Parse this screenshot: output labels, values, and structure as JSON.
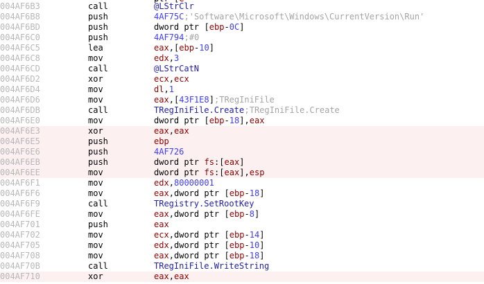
{
  "colors": {
    "background": "#ffffff",
    "highlight_row": "#fdf0f0",
    "address": "#b7b7b7",
    "mnemonic": "#000000",
    "register": "#8b0000",
    "number": "#3d3df5",
    "symbol": "#2020a0",
    "comment": "#a4a4a4"
  },
  "partial_top_row": [
    {
      "t": "ptr ",
      "c": "kw"
    },
    {
      "t": "[",
      "c": "p"
    },
    {
      "t": "e",
      "c": "reg"
    }
  ],
  "rows": [
    {
      "addr": "004AF6B3",
      "mnem": "call",
      "hl": false,
      "ops": [
        {
          "t": "@LStrClr",
          "c": "sym"
        }
      ]
    },
    {
      "addr": "004AF6B8",
      "mnem": "push",
      "hl": false,
      "ops": [
        {
          "t": "4AF75C",
          "c": "num"
        },
        {
          "t": ";'Software\\Microsoft\\Windows\\CurrentVersion\\Run'",
          "c": "cmt"
        }
      ]
    },
    {
      "addr": "004AF6BD",
      "mnem": "push",
      "hl": false,
      "ops": [
        {
          "t": "dword ptr ",
          "c": "kw"
        },
        {
          "t": "[",
          "c": "p"
        },
        {
          "t": "ebp",
          "c": "reg"
        },
        {
          "t": "-",
          "c": "p"
        },
        {
          "t": "0C",
          "c": "num"
        },
        {
          "t": "]",
          "c": "p"
        }
      ]
    },
    {
      "addr": "004AF6C0",
      "mnem": "push",
      "hl": false,
      "ops": [
        {
          "t": "4AF794",
          "c": "num"
        },
        {
          "t": ";#0",
          "c": "cmt"
        }
      ]
    },
    {
      "addr": "004AF6C5",
      "mnem": "lea",
      "hl": false,
      "ops": [
        {
          "t": "eax",
          "c": "reg"
        },
        {
          "t": ",[",
          "c": "p"
        },
        {
          "t": "ebp",
          "c": "reg"
        },
        {
          "t": "-",
          "c": "p"
        },
        {
          "t": "10",
          "c": "num"
        },
        {
          "t": "]",
          "c": "p"
        }
      ]
    },
    {
      "addr": "004AF6C8",
      "mnem": "mov",
      "hl": false,
      "ops": [
        {
          "t": "edx",
          "c": "reg"
        },
        {
          "t": ",",
          "c": "p"
        },
        {
          "t": "3",
          "c": "num"
        }
      ]
    },
    {
      "addr": "004AF6CD",
      "mnem": "call",
      "hl": false,
      "ops": [
        {
          "t": "@LStrCatN",
          "c": "sym"
        }
      ]
    },
    {
      "addr": "004AF6D2",
      "mnem": "xor",
      "hl": false,
      "ops": [
        {
          "t": "ecx",
          "c": "reg"
        },
        {
          "t": ",",
          "c": "p"
        },
        {
          "t": "ecx",
          "c": "reg"
        }
      ]
    },
    {
      "addr": "004AF6D4",
      "mnem": "mov",
      "hl": false,
      "ops": [
        {
          "t": "dl",
          "c": "reg"
        },
        {
          "t": ",",
          "c": "p"
        },
        {
          "t": "1",
          "c": "num"
        }
      ]
    },
    {
      "addr": "004AF6D6",
      "mnem": "mov",
      "hl": false,
      "ops": [
        {
          "t": "eax",
          "c": "reg"
        },
        {
          "t": ",[",
          "c": "p"
        },
        {
          "t": "43F1E8",
          "c": "num"
        },
        {
          "t": "]",
          "c": "p"
        },
        {
          "t": ";TRegIniFile",
          "c": "cmt"
        }
      ]
    },
    {
      "addr": "004AF6DB",
      "mnem": "call",
      "hl": false,
      "ops": [
        {
          "t": "TRegIniFile.Create",
          "c": "sym"
        },
        {
          "t": ";TRegIniFile.Create",
          "c": "cmt"
        }
      ]
    },
    {
      "addr": "004AF6E0",
      "mnem": "mov",
      "hl": false,
      "ops": [
        {
          "t": "dword ptr ",
          "c": "kw"
        },
        {
          "t": "[",
          "c": "p"
        },
        {
          "t": "ebp",
          "c": "reg"
        },
        {
          "t": "-",
          "c": "p"
        },
        {
          "t": "18",
          "c": "num"
        },
        {
          "t": "],",
          "c": "p"
        },
        {
          "t": "eax",
          "c": "reg"
        }
      ]
    },
    {
      "addr": "004AF6E3",
      "mnem": "xor",
      "hl": true,
      "ops": [
        {
          "t": "eax",
          "c": "reg"
        },
        {
          "t": ",",
          "c": "p"
        },
        {
          "t": "eax",
          "c": "reg"
        }
      ]
    },
    {
      "addr": "004AF6E5",
      "mnem": "push",
      "hl": true,
      "ops": [
        {
          "t": "ebp",
          "c": "reg"
        }
      ]
    },
    {
      "addr": "004AF6E6",
      "mnem": "push",
      "hl": true,
      "ops": [
        {
          "t": "4AF726",
          "c": "num"
        }
      ]
    },
    {
      "addr": "004AF6EB",
      "mnem": "push",
      "hl": true,
      "ops": [
        {
          "t": "dword ptr ",
          "c": "kw"
        },
        {
          "t": "fs",
          "c": "reg"
        },
        {
          "t": ":[",
          "c": "p"
        },
        {
          "t": "eax",
          "c": "reg"
        },
        {
          "t": "]",
          "c": "p"
        }
      ]
    },
    {
      "addr": "004AF6EE",
      "mnem": "mov",
      "hl": true,
      "ops": [
        {
          "t": "dword ptr ",
          "c": "kw"
        },
        {
          "t": "fs",
          "c": "reg"
        },
        {
          "t": ":[",
          "c": "p"
        },
        {
          "t": "eax",
          "c": "reg"
        },
        {
          "t": "],",
          "c": "p"
        },
        {
          "t": "esp",
          "c": "reg"
        }
      ]
    },
    {
      "addr": "004AF6F1",
      "mnem": "mov",
      "hl": false,
      "ops": [
        {
          "t": "edx",
          "c": "reg"
        },
        {
          "t": ",",
          "c": "p"
        },
        {
          "t": "80000001",
          "c": "num"
        }
      ]
    },
    {
      "addr": "004AF6F6",
      "mnem": "mov",
      "hl": false,
      "ops": [
        {
          "t": "eax",
          "c": "reg"
        },
        {
          "t": ",",
          "c": "p"
        },
        {
          "t": "dword ptr ",
          "c": "kw"
        },
        {
          "t": "[",
          "c": "p"
        },
        {
          "t": "ebp",
          "c": "reg"
        },
        {
          "t": "-",
          "c": "p"
        },
        {
          "t": "18",
          "c": "num"
        },
        {
          "t": "]",
          "c": "p"
        }
      ]
    },
    {
      "addr": "004AF6F9",
      "mnem": "call",
      "hl": false,
      "ops": [
        {
          "t": "TRegistry.SetRootKey",
          "c": "sym"
        }
      ]
    },
    {
      "addr": "004AF6FE",
      "mnem": "mov",
      "hl": false,
      "ops": [
        {
          "t": "eax",
          "c": "reg"
        },
        {
          "t": ",",
          "c": "p"
        },
        {
          "t": "dword ptr ",
          "c": "kw"
        },
        {
          "t": "[",
          "c": "p"
        },
        {
          "t": "ebp",
          "c": "reg"
        },
        {
          "t": "-",
          "c": "p"
        },
        {
          "t": "8",
          "c": "num"
        },
        {
          "t": "]",
          "c": "p"
        }
      ]
    },
    {
      "addr": "004AF701",
      "mnem": "push",
      "hl": false,
      "ops": [
        {
          "t": "eax",
          "c": "reg"
        }
      ]
    },
    {
      "addr": "004AF702",
      "mnem": "mov",
      "hl": false,
      "ops": [
        {
          "t": "ecx",
          "c": "reg"
        },
        {
          "t": ",",
          "c": "p"
        },
        {
          "t": "dword ptr ",
          "c": "kw"
        },
        {
          "t": "[",
          "c": "p"
        },
        {
          "t": "ebp",
          "c": "reg"
        },
        {
          "t": "-",
          "c": "p"
        },
        {
          "t": "14",
          "c": "num"
        },
        {
          "t": "]",
          "c": "p"
        }
      ]
    },
    {
      "addr": "004AF705",
      "mnem": "mov",
      "hl": false,
      "ops": [
        {
          "t": "edx",
          "c": "reg"
        },
        {
          "t": ",",
          "c": "p"
        },
        {
          "t": "dword ptr ",
          "c": "kw"
        },
        {
          "t": "[",
          "c": "p"
        },
        {
          "t": "ebp",
          "c": "reg"
        },
        {
          "t": "-",
          "c": "p"
        },
        {
          "t": "10",
          "c": "num"
        },
        {
          "t": "]",
          "c": "p"
        }
      ]
    },
    {
      "addr": "004AF708",
      "mnem": "mov",
      "hl": false,
      "ops": [
        {
          "t": "eax",
          "c": "reg"
        },
        {
          "t": ",",
          "c": "p"
        },
        {
          "t": "dword ptr ",
          "c": "kw"
        },
        {
          "t": "[",
          "c": "p"
        },
        {
          "t": "ebp",
          "c": "reg"
        },
        {
          "t": "-",
          "c": "p"
        },
        {
          "t": "18",
          "c": "num"
        },
        {
          "t": "]",
          "c": "p"
        }
      ]
    },
    {
      "addr": "004AF70B",
      "mnem": "call",
      "hl": false,
      "ops": [
        {
          "t": "TRegIniFile.WriteString",
          "c": "sym"
        }
      ]
    },
    {
      "addr": "004AF710",
      "mnem": "xor",
      "hl": true,
      "ops": [
        {
          "t": "eax",
          "c": "reg"
        },
        {
          "t": ",",
          "c": "p"
        },
        {
          "t": "eax",
          "c": "reg"
        }
      ]
    }
  ]
}
